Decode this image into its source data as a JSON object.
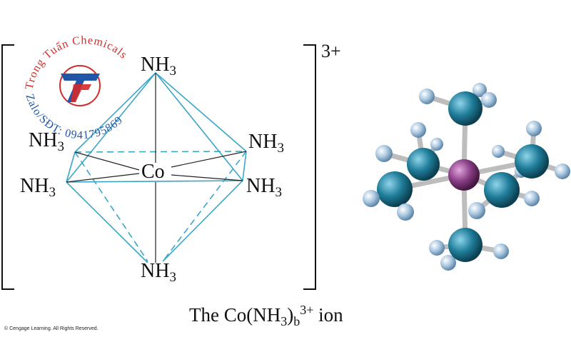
{
  "diagram": {
    "ligand_prefix": "NH",
    "ligand_subscript": "3",
    "center_atom": "Co",
    "ion_charge": "3+",
    "caption": {
      "prefix": "The Co(NH",
      "sub1": "3",
      "close": ")",
      "sub2": "b",
      "sup": "3+",
      "suffix": " ion"
    }
  },
  "watermark": {
    "top_text": "Trong Tuấn Chemicals",
    "bottom_text": "Zalo/SĐT: 0941795869",
    "logo_letters": "TT",
    "colors": {
      "red": "#d42a2a",
      "blue": "#1f56a8"
    }
  },
  "copyright": "© Cengage Learning. All Rights Reserved.",
  "colors": {
    "edge": "#3aa6c8",
    "nitrogen": "#1f7d9a",
    "cobalt": "#8a3f86",
    "hydrogen": "#a9c7e0",
    "bond": "#c9c9c9"
  }
}
